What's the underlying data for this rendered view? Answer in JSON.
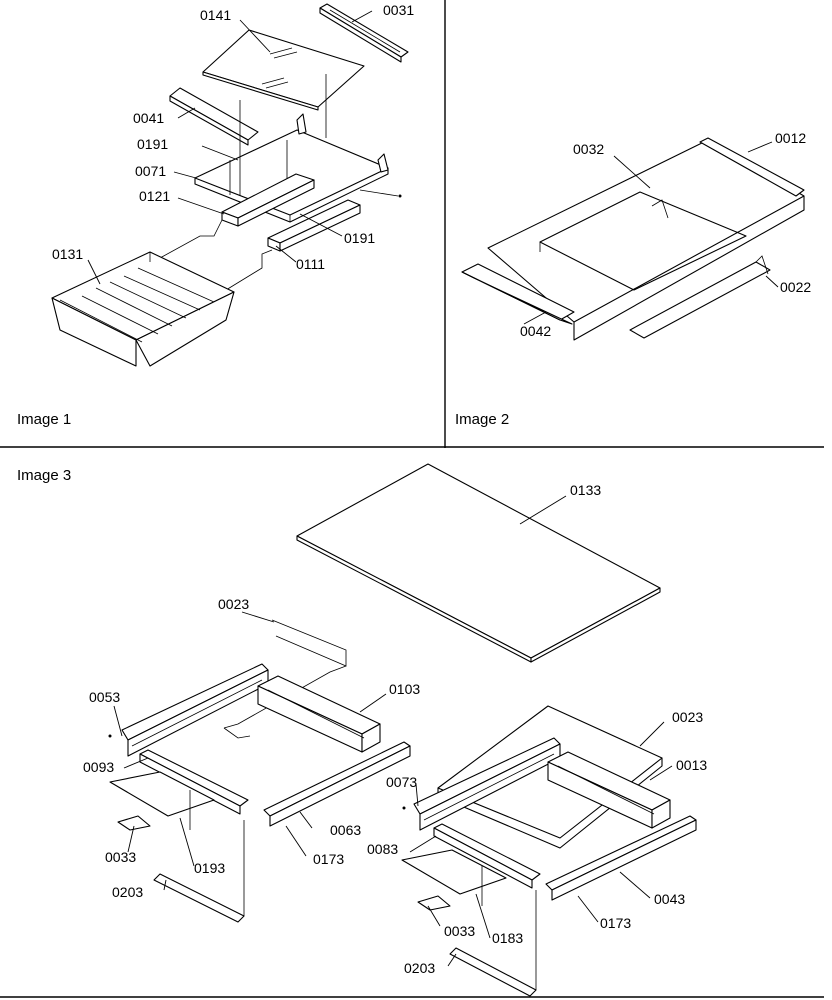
{
  "panels": [
    {
      "caption": "Image 1",
      "labels": [
        "0141",
        "0031",
        "0041",
        "0191",
        "0071",
        "0121",
        "0191",
        "0111",
        "0131"
      ]
    },
    {
      "caption": "Image 2",
      "labels": [
        "0032",
        "0012",
        "0042",
        "0022"
      ]
    },
    {
      "caption": "Image 3",
      "labels": [
        "0133",
        "0023",
        "0053",
        "0103",
        "0093",
        "0063",
        "0033",
        "0193",
        "0173",
        "0203",
        "0023",
        "0073",
        "0013",
        "0083",
        "0043",
        "0033",
        "0183",
        "0173",
        "0203"
      ]
    }
  ]
}
